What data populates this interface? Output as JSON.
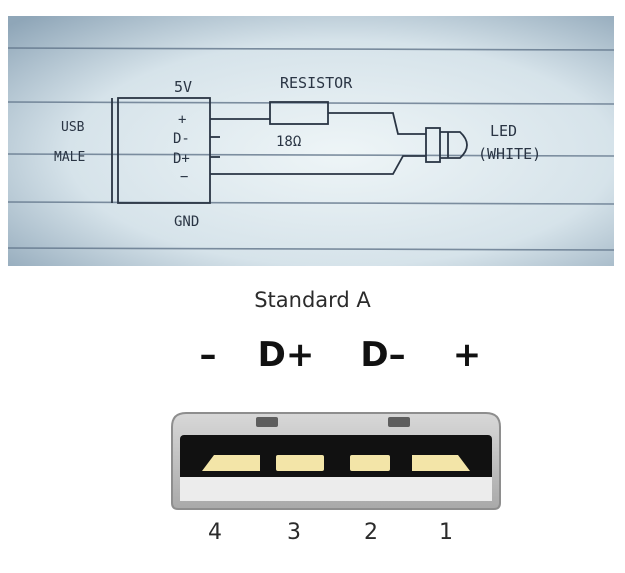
{
  "schematic": {
    "label_usb": "USB",
    "label_male": "MALE",
    "label_5v": "5V",
    "label_gnd": "GND",
    "pin_plus": "+",
    "pin_dminus": "D-",
    "pin_dplus": "D+",
    "pin_minus": "−",
    "label_resistor": "RESISTOR",
    "resistor_value": "18Ω",
    "label_led": "LED",
    "label_white": "(WHITE)"
  },
  "connector": {
    "title": "Standard A",
    "pin_labels": [
      "–",
      "D+",
      "D–",
      "+"
    ],
    "pin_numbers": [
      "4",
      "3",
      "2",
      "1"
    ]
  },
  "colors": {
    "paper": "#dfe9ee",
    "ink": "#2a3544",
    "ruled_line": "#5a6e84",
    "shell": "#c9c9c9",
    "insulator": "#ececec",
    "cavity": "#111111",
    "contact": "#f3e5a8"
  }
}
